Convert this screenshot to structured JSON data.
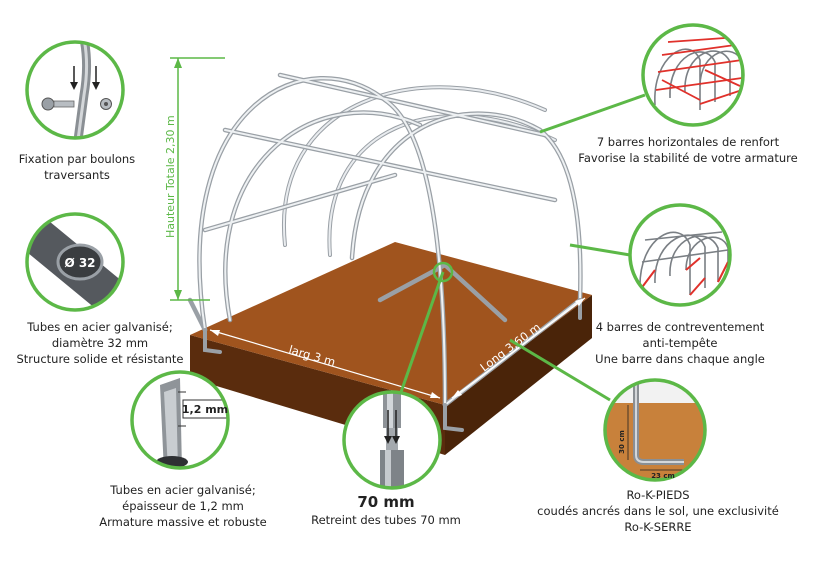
{
  "colors": {
    "accent_green": "#5cb847",
    "soil": "#a0541e",
    "soil_dark": "#5a2c0d",
    "frame": "#c8ccd0",
    "reinforcement": "#e0312b"
  },
  "dimensions": {
    "height_label": "Hauteur Totale 2,30 m",
    "width_label": "larg 3 m",
    "length_label": "Long 3,60 m"
  },
  "callouts": {
    "bolts": {
      "icon": "bolt-fixation-icon",
      "lines": [
        "Fixation par boulons",
        "traversants"
      ]
    },
    "tube_diameter": {
      "icon": "tube-section-icon",
      "badge": "Ø 32",
      "lines": [
        "Tubes en acier galvanisé;",
        "diamètre 32 mm",
        "Structure solide et résistante"
      ]
    },
    "thickness": {
      "icon": "tube-thickness-icon",
      "badge": "1,2 mm",
      "lines": [
        "Tubes en acier galvanisé;",
        "épaisseur de 1,2 mm",
        "Armature massive et robuste"
      ]
    },
    "swage": {
      "icon": "tube-swage-icon",
      "title": "70 mm",
      "lines": [
        "Retreint des tubes 70 mm"
      ]
    },
    "horizontal_bars": {
      "icon": "horizontal-bars-icon",
      "lines": [
        "7 barres horizontales de renfort",
        "Favorise la stabilité de votre armature"
      ]
    },
    "bracing": {
      "icon": "bracing-bars-icon",
      "lines": [
        "4 barres de contreventement",
        "anti-tempête",
        "Une barre dans chaque angle"
      ]
    },
    "feet": {
      "icon": "anchor-foot-icon",
      "dim_vertical": "30 cm",
      "dim_horizontal": "23 cm",
      "lines": [
        "Ro-K-PIEDS",
        "coudés ancrés dans le sol, une exclusivité",
        "Ro-K-SERRE"
      ]
    }
  }
}
